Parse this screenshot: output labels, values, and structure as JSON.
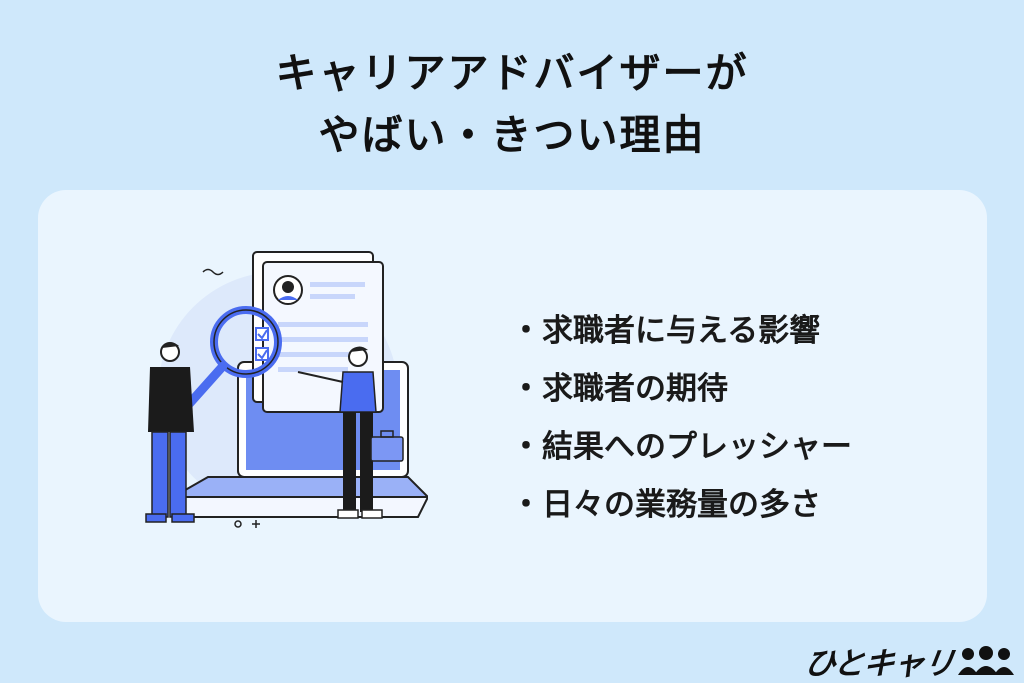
{
  "title": {
    "line1": "キャリアアドバイザーが",
    "line2": "やばい・きつい理由"
  },
  "reasons": [
    {
      "bullet": "・",
      "text": "求職者に与える影響"
    },
    {
      "bullet": "・",
      "text": "求職者の期待"
    },
    {
      "bullet": "・",
      "text": "結果へのプレッシャー"
    },
    {
      "bullet": "・",
      "text": "日々の業務量の多さ"
    }
  ],
  "brand": {
    "name": "ひとキャリ"
  },
  "colors": {
    "background": "#cfe8fb",
    "card": "#eaf5fe",
    "accent_blue": "#4a6cf0",
    "ink": "#111111"
  },
  "icons": [
    "people-logo-icon",
    "magnifier-icon",
    "checkbox-icon",
    "briefcase-icon",
    "laptop-icon",
    "resume-document-icon"
  ]
}
